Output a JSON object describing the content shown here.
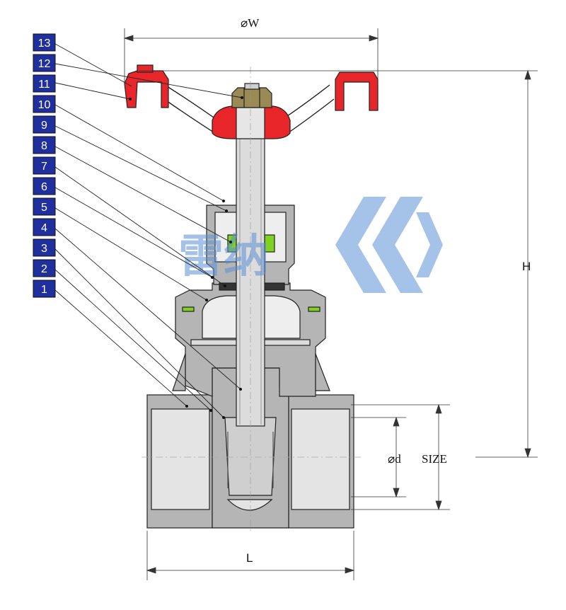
{
  "dimensions": {
    "top_width": "⌀W",
    "height": "H",
    "length": "L",
    "bore": "⌀d",
    "size": "SIZE"
  },
  "part_labels": [
    "1",
    "2",
    "3",
    "4",
    "5",
    "6",
    "7",
    "8",
    "9",
    "10",
    "11",
    "12",
    "13"
  ],
  "watermark": {
    "text": "雷纳"
  },
  "colors": {
    "body_gray": "#b5b5b5",
    "stem_light": "#e4e4e4",
    "handwheel_red": "#e8262a",
    "nut_bronze": "#9a8a55",
    "packing_green": "#7ed321",
    "label_blue": "#1f2f9e",
    "watermark_blue": "#5b8fd6"
  }
}
